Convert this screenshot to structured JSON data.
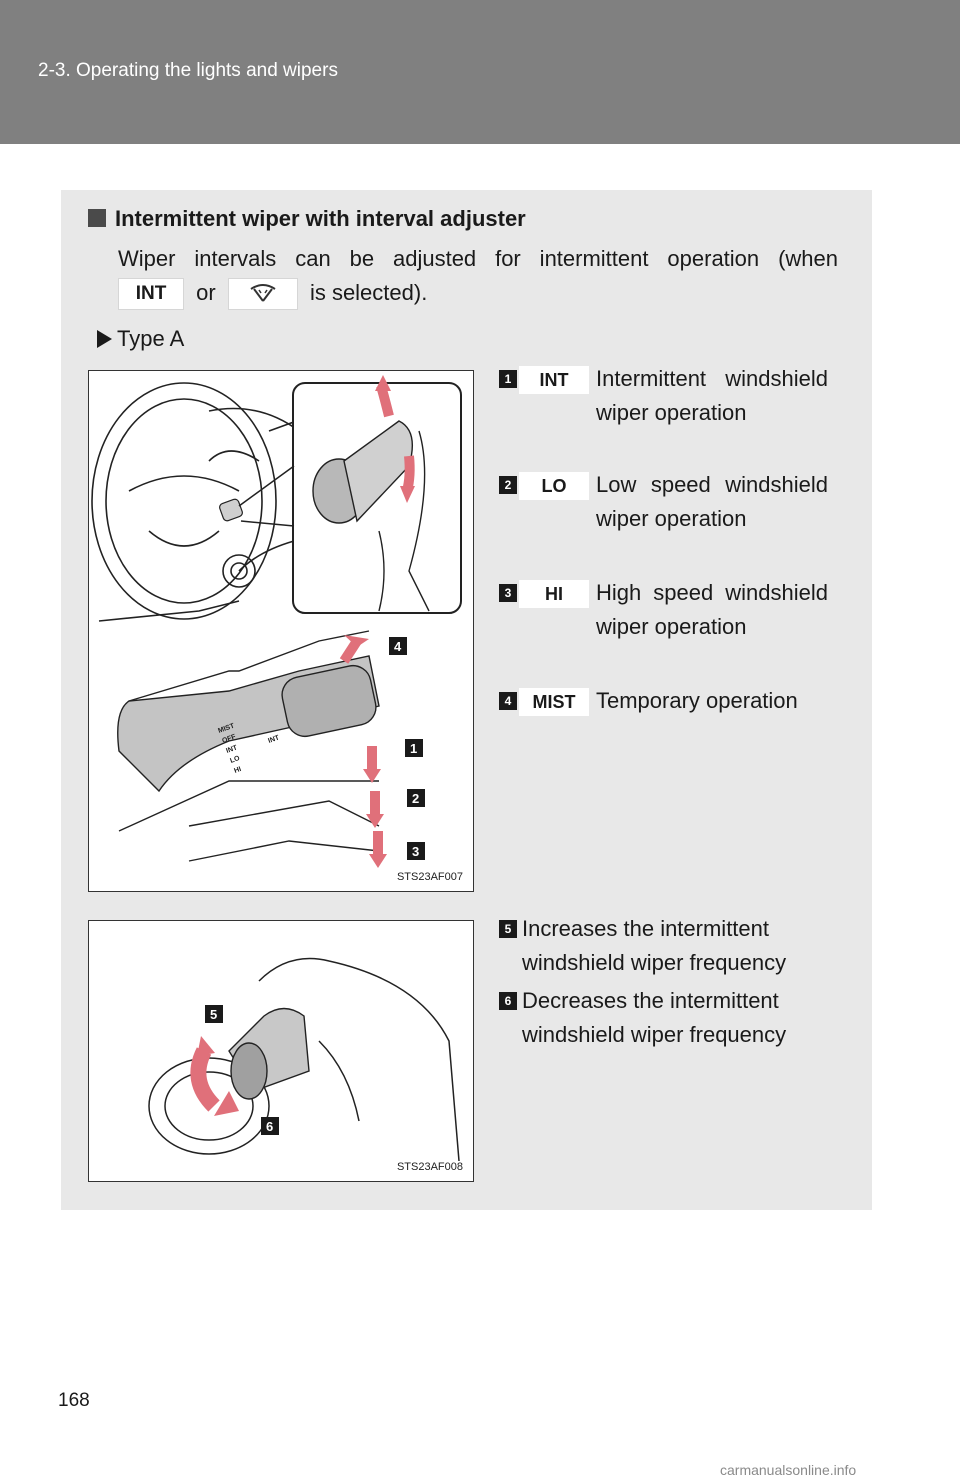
{
  "header": {
    "title": "2-3. Operating the lights and wipers"
  },
  "section": {
    "title": "Intermittent wiper with interval adjuster",
    "para_line1": "Wiper intervals can be adjusted for intermittent operation (when",
    "para_key1": "INT",
    "para_or": "or",
    "para_key2_icon": "wiper-icon",
    "para_end": "is selected).",
    "type_label": "Type A"
  },
  "figure1": {
    "code": "STS23AF007",
    "callouts": [
      "4",
      "1",
      "2",
      "3"
    ],
    "lever_labels": [
      "MIST",
      "OFF",
      "INT",
      "LO",
      "HI"
    ],
    "ring_label": "INT"
  },
  "items": [
    {
      "num": "1",
      "key": "INT",
      "desc": "Intermittent windshield wiper operation"
    },
    {
      "num": "2",
      "key": "LO",
      "desc": "Low speed windshield wiper operation"
    },
    {
      "num": "3",
      "key": "HI",
      "desc": "High speed windshield wiper operation"
    },
    {
      "num": "4",
      "key": "MIST",
      "desc": "Temporary operation"
    }
  ],
  "figure2": {
    "code": "STS23AF008",
    "callouts": [
      "5",
      "6"
    ]
  },
  "items2": [
    {
      "num": "5",
      "desc": "Increases the intermittent windshield wiper frequency"
    },
    {
      "num": "6",
      "desc": "Decreases the intermittent windshield wiper frequency"
    }
  ],
  "page_number": "168",
  "watermark": "carmanualsonline.info"
}
